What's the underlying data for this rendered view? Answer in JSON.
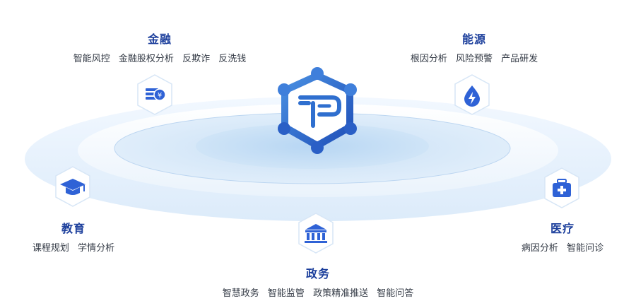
{
  "palette": {
    "title_blue": "#1c3f9c",
    "icon_blue": "#2f62d6",
    "ring_blue": "#cfe3f7",
    "logo_blue": "#2f6fcf"
  },
  "sectors": {
    "finance": {
      "title": "金融",
      "tags": [
        "智能风控",
        "金融股权分析",
        "反欺诈",
        "反洗钱"
      ],
      "icon": "finance-card-yuan-icon"
    },
    "energy": {
      "title": "能源",
      "tags": [
        "根因分析",
        "风险预警",
        "产品研发"
      ],
      "icon": "water-drop-bolt-icon"
    },
    "education": {
      "title": "教育",
      "tags": [
        "课程规划",
        "学情分析"
      ],
      "icon": "graduation-cap-icon"
    },
    "medical": {
      "title": "医疗",
      "tags": [
        "病因分析",
        "智能问诊"
      ],
      "icon": "medical-kit-icon"
    },
    "government": {
      "title": "政务",
      "tags": [
        "智慧政务",
        "智能监管",
        "政策精准推送",
        "智能问答"
      ],
      "icon": "government-building-icon"
    }
  }
}
